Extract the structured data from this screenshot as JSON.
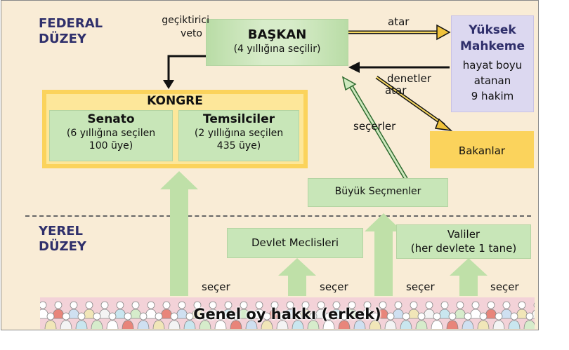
{
  "levels": {
    "federal": [
      "FEDERAL",
      "DÜZEY"
    ],
    "local": [
      "YEREL",
      "DÜZEY"
    ]
  },
  "president": {
    "title": "BAŞKAN",
    "subtitle": "(4 yıllığına seçilir)"
  },
  "supreme_court": {
    "title_line1": "Yüksek",
    "title_line2": "Mahkeme",
    "desc": [
      "hayat boyu",
      "atanan",
      "9 hakim"
    ]
  },
  "congress": {
    "title": "KONGRE",
    "senate": {
      "title": "Senato",
      "line1": "(6 yıllığına seçilen",
      "line2": "100 üye)"
    },
    "house": {
      "title": "Temsilciler",
      "line1": "(2 yıllığına seçilen",
      "line2": "435 üye)"
    }
  },
  "ministers": "Bakanlar",
  "electors": "Büyük Seçmenler",
  "state_legislatures": "Devlet Meclisleri",
  "governors": {
    "line1": "Valiler",
    "line2": "(her devlete 1 tane)"
  },
  "electorate": "Genel oy hakkı (erkek)",
  "arrows": {
    "veto_line1": "geçiktirici",
    "veto_line2": "veto",
    "appoints_court": "atar",
    "checks": "denetler",
    "appoints_ministers": "atar",
    "elect": "seçerler",
    "elects": "seçer"
  },
  "colors": {
    "background": "#f9ecd6",
    "green_box": "#c8e6b8",
    "congress_gold": "#fbd35c",
    "congress_inner": "#fdeeb0",
    "court_lavender": "#dcd8f0",
    "ministers_gold": "#fbd35c",
    "arrow_green": "#bfe0a8",
    "arrow_gold": "#f0c23a"
  }
}
